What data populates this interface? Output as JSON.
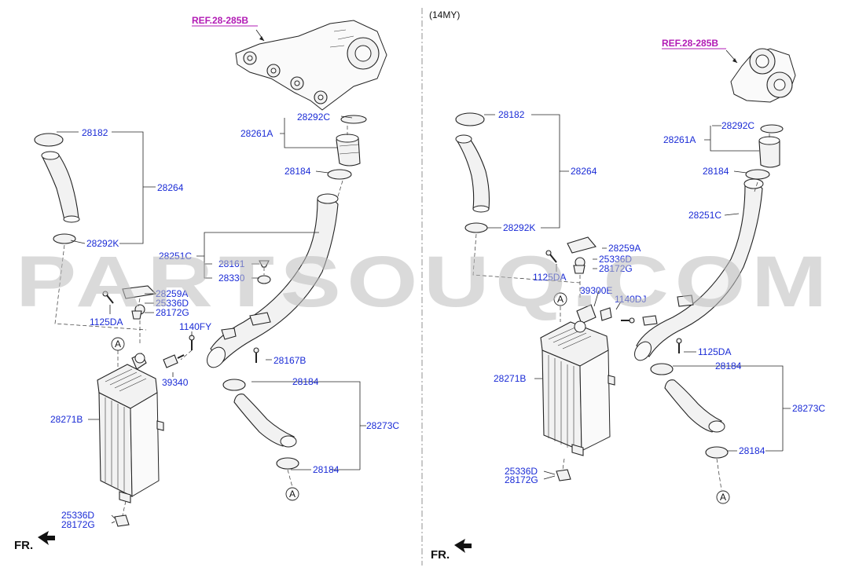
{
  "watermark": "PARTSOUQ.COM",
  "variant_label": "(14MY)",
  "front_label": "FR.",
  "ref_labels": [
    "REF.28-285B",
    "REF.28-285B"
  ],
  "circle_marker": "A",
  "left_parts": [
    "28182",
    "28264",
    "28292K",
    "28292C",
    "28261A",
    "28184",
    "28251C",
    "28161",
    "28330",
    "28259A",
    "25336D",
    "28172G",
    "1125DA",
    "1140FY",
    "39340",
    "28271B",
    "28167B",
    "28184",
    "28273C",
    "28184",
    "25336D",
    "28172G"
  ],
  "right_parts": [
    "28182",
    "28264",
    "28292K",
    "28292C",
    "28261A",
    "28184",
    "28251C",
    "28259A",
    "25336D",
    "28172G",
    "1125DA",
    "39300E",
    "1140DJ",
    "28271B",
    "1125DA",
    "28184",
    "28273C",
    "28184",
    "25336D",
    "28172G"
  ]
}
